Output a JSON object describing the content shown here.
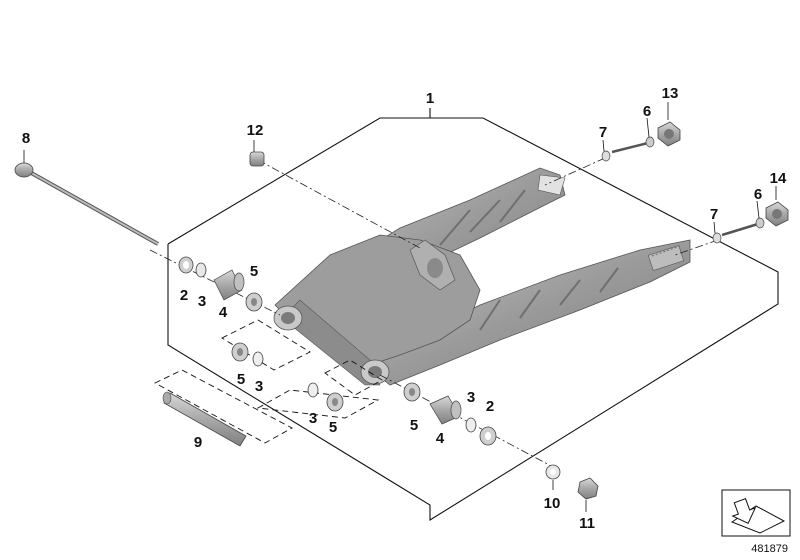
{
  "diagram": {
    "drawing_number": "481879",
    "callouts": {
      "c1": "1",
      "c2a": "2",
      "c3a": "3",
      "c4a": "4",
      "c5a": "5",
      "c5b": "5",
      "c3b": "3",
      "c9": "9",
      "c3c": "3",
      "c5c": "5",
      "c5d": "5",
      "c4b": "4",
      "c3d": "3",
      "c2b": "2",
      "c10": "10",
      "c11": "11",
      "c8": "8",
      "c12": "12",
      "c7a": "7",
      "c6a": "6",
      "c13": "13",
      "c7b": "7",
      "c6b": "6",
      "c14": "14"
    },
    "colors": {
      "line": "#111111",
      "swingarm": "#9a9a9a",
      "swingarm_dark": "#6f6f6f",
      "swingarm_light": "#c4c4c4",
      "hardware": "#b5b5b5"
    }
  }
}
